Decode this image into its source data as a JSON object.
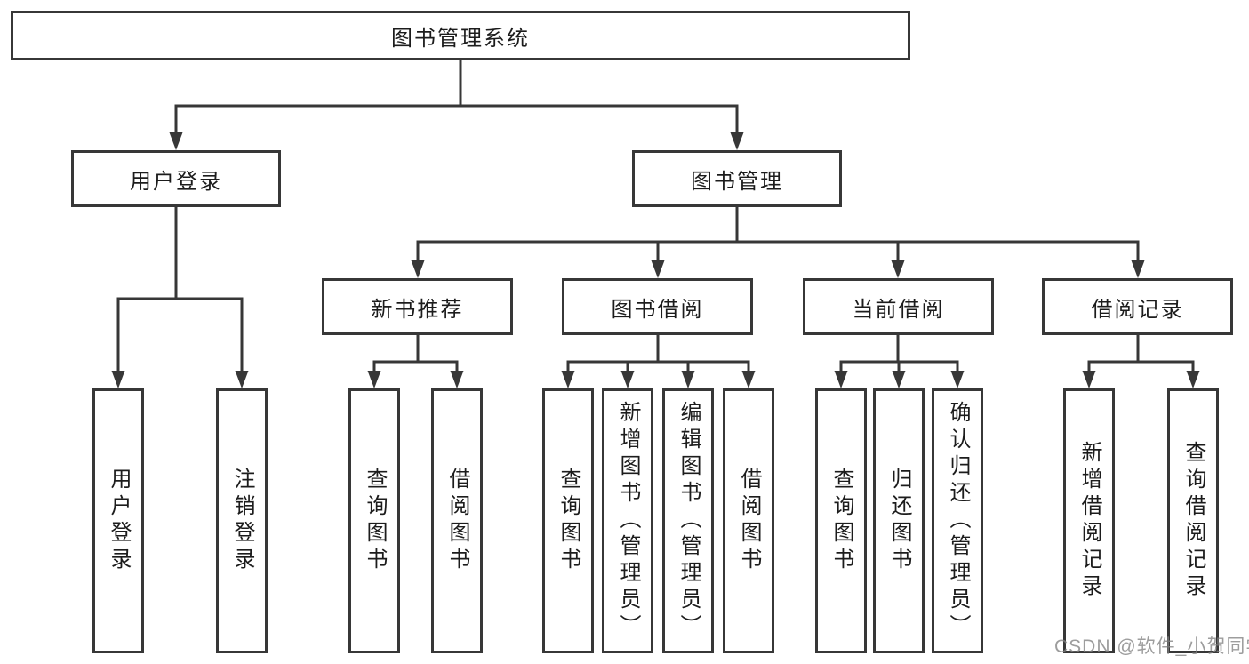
{
  "diagram": {
    "root": "图书管理系统",
    "branches": {
      "user_login": {
        "label": "用户登录",
        "children": [
          "用户登录",
          "注销登录"
        ]
      },
      "book_mgmt": {
        "label": "图书管理"
      },
      "new_books": {
        "label": "新书推荐",
        "children": [
          "查询图书",
          "借阅图书"
        ]
      },
      "book_borrow": {
        "label": "图书借阅",
        "children": [
          "查询图书",
          "新增图书（管理员）",
          "编辑图书（管理员）",
          "借阅图书"
        ]
      },
      "current_borrow": {
        "label": "当前借阅",
        "children": [
          "查询图书",
          "归还图书",
          "确认归还（管理员）"
        ]
      },
      "borrow_records": {
        "label": "借阅记录",
        "children": [
          "新增借阅记录",
          "查询借阅记录"
        ]
      }
    }
  },
  "watermark": "CSDN @软件_小贺同学",
  "colors": {
    "line": "#373737",
    "text": "#1c1c1c",
    "background": "#ffffff",
    "watermark": "#828282"
  }
}
